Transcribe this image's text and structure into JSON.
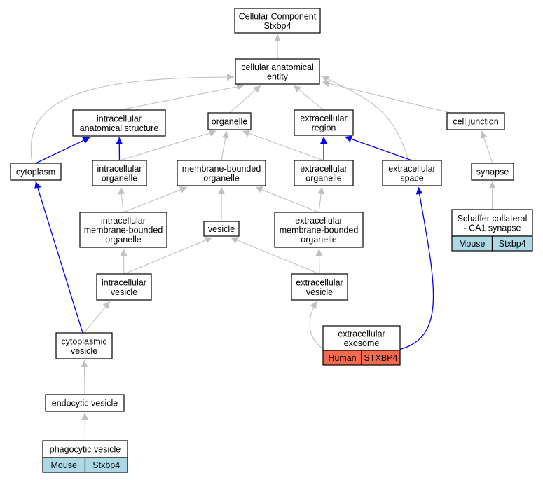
{
  "colors": {
    "gray_edge": "#c0c0c0",
    "blue_edge": "#0000ff",
    "node_border": "#000000",
    "node_fill": "#ffffff",
    "mouse_fill": "#add8e6",
    "human_fill": "#f46a4e"
  },
  "nodes": {
    "root": {
      "lines": [
        "Cellular Component",
        "Stxbp4"
      ]
    },
    "cae": {
      "lines": [
        "cellular anatomical",
        "entity"
      ]
    },
    "ias": {
      "lines": [
        "intracellular",
        "anatomical structure"
      ]
    },
    "organelle": {
      "lines": [
        "organelle"
      ]
    },
    "ecr": {
      "lines": [
        "extracellular",
        "region"
      ]
    },
    "cj": {
      "lines": [
        "cell junction"
      ]
    },
    "cyto": {
      "lines": [
        "cytoplasm"
      ]
    },
    "io": {
      "lines": [
        "intracellular",
        "organelle"
      ]
    },
    "mbo": {
      "lines": [
        "membrane-bounded",
        "organelle"
      ]
    },
    "eo": {
      "lines": [
        "extracellular",
        "organelle"
      ]
    },
    "es": {
      "lines": [
        "extracellular",
        "space"
      ]
    },
    "syn": {
      "lines": [
        "synapse"
      ]
    },
    "imbo": {
      "lines": [
        "intracellular",
        "membrane-bounded",
        "organelle"
      ]
    },
    "ves": {
      "lines": [
        "vesicle"
      ]
    },
    "embo": {
      "lines": [
        "extracellular",
        "membrane-bounded",
        "organelle"
      ]
    },
    "iv": {
      "lines": [
        "intracellular",
        "vesicle"
      ]
    },
    "ev": {
      "lines": [
        "extracellular",
        "vesicle"
      ]
    },
    "cv": {
      "lines": [
        "cytoplasmic",
        "vesicle"
      ]
    },
    "endo": {
      "lines": [
        "endocytic vesicle"
      ]
    },
    "phago": {
      "lines": [
        "phagocytic vesicle"
      ],
      "species": "Mouse",
      "gene": "Stxbp4"
    },
    "exo": {
      "lines": [
        "extracellular",
        "exosome"
      ],
      "species": "Human",
      "gene": "STXBP4"
    },
    "sch": {
      "lines": [
        "Schaffer collateral",
        "- CA1 synapse"
      ],
      "species": "Mouse",
      "gene": "Stxbp4"
    }
  },
  "edges": [
    {
      "from": "cae",
      "to": "root",
      "type": "gray"
    },
    {
      "from": "ias",
      "to": "cae",
      "type": "gray"
    },
    {
      "from": "organelle",
      "to": "cae",
      "type": "gray"
    },
    {
      "from": "ecr",
      "to": "cae",
      "type": "gray"
    },
    {
      "from": "cj",
      "to": "cae",
      "type": "gray"
    },
    {
      "from": "cyto",
      "to": "cae",
      "type": "gray"
    },
    {
      "from": "es",
      "to": "cae",
      "type": "gray"
    },
    {
      "from": "cyto",
      "to": "ias",
      "type": "blue"
    },
    {
      "from": "io",
      "to": "ias",
      "type": "blue"
    },
    {
      "from": "io",
      "to": "organelle",
      "type": "gray"
    },
    {
      "from": "mbo",
      "to": "organelle",
      "type": "gray"
    },
    {
      "from": "eo",
      "to": "organelle",
      "type": "gray"
    },
    {
      "from": "eo",
      "to": "ecr",
      "type": "blue"
    },
    {
      "from": "es",
      "to": "ecr",
      "type": "blue"
    },
    {
      "from": "syn",
      "to": "cj",
      "type": "gray"
    },
    {
      "from": "sch",
      "to": "syn",
      "type": "gray"
    },
    {
      "from": "imbo",
      "to": "io",
      "type": "gray"
    },
    {
      "from": "imbo",
      "to": "mbo",
      "type": "gray"
    },
    {
      "from": "ves",
      "to": "mbo",
      "type": "gray"
    },
    {
      "from": "embo",
      "to": "mbo",
      "type": "gray"
    },
    {
      "from": "embo",
      "to": "eo",
      "type": "gray"
    },
    {
      "from": "iv",
      "to": "imbo",
      "type": "gray"
    },
    {
      "from": "iv",
      "to": "ves",
      "type": "gray"
    },
    {
      "from": "ev",
      "to": "ves",
      "type": "gray"
    },
    {
      "from": "ev",
      "to": "embo",
      "type": "gray"
    },
    {
      "from": "cv",
      "to": "iv",
      "type": "gray"
    },
    {
      "from": "cv",
      "to": "cyto",
      "type": "blue"
    },
    {
      "from": "endo",
      "to": "cv",
      "type": "gray"
    },
    {
      "from": "phago",
      "to": "endo",
      "type": "gray"
    },
    {
      "from": "exo",
      "to": "ev",
      "type": "gray"
    },
    {
      "from": "exo",
      "to": "es",
      "type": "blue"
    }
  ]
}
